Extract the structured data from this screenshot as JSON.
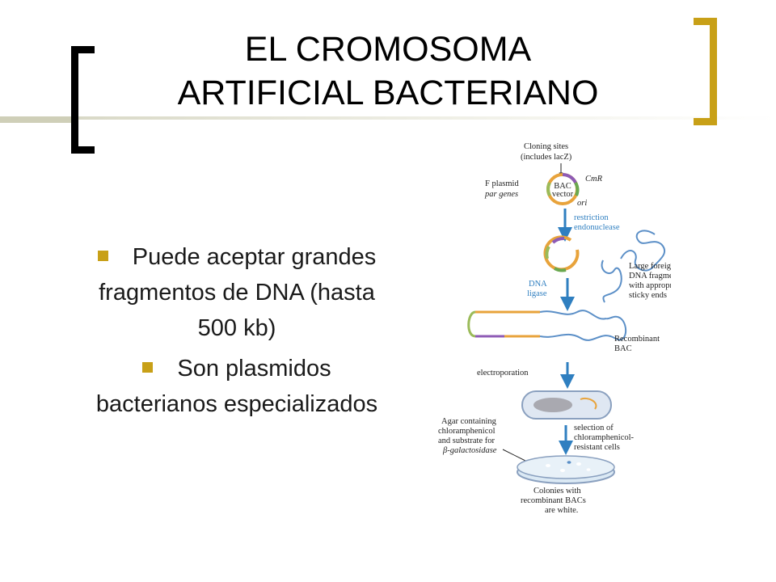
{
  "slide": {
    "title_line1": "EL CROMOSOMA",
    "title_line2": "ARTIFICIAL BACTERIANO",
    "bullets": [
      "Puede aceptar grandes fragmentos de DNA (hasta 500 kb)",
      "Son plasmidos bacterianos especializados"
    ]
  },
  "figure": {
    "cloning_sites_1": "Cloning sites",
    "cloning_sites_2": "(includes lacZ)",
    "f_plasmid_1": "F plasmid",
    "f_plasmid_2": "par genes",
    "bac_1": "BAC",
    "bac_2": "vector",
    "cm_r": "CmR",
    "ori": "ori",
    "restriction_1": "restriction",
    "restriction_2": "endonuclease",
    "dna_ligase_1": "DNA",
    "dna_ligase_2": "ligase",
    "foreign_1": "Large foreign",
    "foreign_2": "DNA fragment",
    "foreign_3": "with appropriate",
    "foreign_4": "sticky ends",
    "recombinant_1": "Recombinant",
    "recombinant_2": "BAC",
    "electroporation": "electroporation",
    "agar_1": "Agar containing",
    "agar_2": "chloramphenicol",
    "agar_3": "and substrate for",
    "agar_4": "β-galactosidase",
    "selection_1": "selection of",
    "selection_2": "chloramphenicol-",
    "selection_3": "resistant cells",
    "colonies_1": "Colonies with",
    "colonies_2": "recombinant BACs",
    "colonies_3": "are white."
  },
  "colors": {
    "accent_gold": "#c8a017",
    "arrow_blue": "#2f7fc0",
    "bracket_black": "#000000"
  }
}
